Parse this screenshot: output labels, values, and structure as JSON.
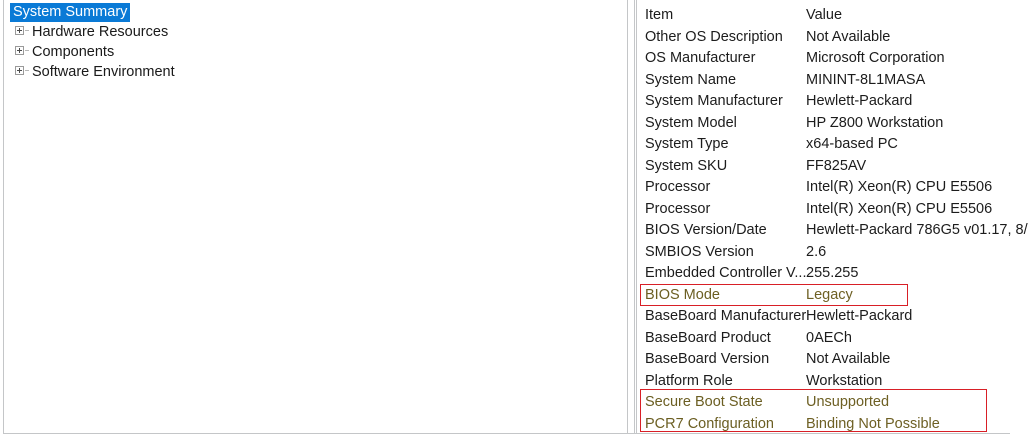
{
  "tree": {
    "selected": "System Summary",
    "items": [
      {
        "label": "System Summary",
        "expandable": false,
        "selected": true
      },
      {
        "label": "Hardware Resources",
        "expandable": true,
        "selected": false
      },
      {
        "label": "Components",
        "expandable": true,
        "selected": false
      },
      {
        "label": "Software Environment",
        "expandable": true,
        "selected": false
      }
    ]
  },
  "detail": {
    "columns": {
      "item": "Item",
      "value": "Value"
    },
    "rows": [
      {
        "item": "Item",
        "value": "Value",
        "header": true
      },
      {
        "item": "Other OS Description",
        "value": "Not Available"
      },
      {
        "item": "OS Manufacturer",
        "value": "Microsoft Corporation"
      },
      {
        "item": "System Name",
        "value": "MININT-8L1MASA"
      },
      {
        "item": "System Manufacturer",
        "value": "Hewlett-Packard"
      },
      {
        "item": "System Model",
        "value": "HP Z800 Workstation"
      },
      {
        "item": "System Type",
        "value": "x64-based PC"
      },
      {
        "item": "System SKU",
        "value": "FF825AV"
      },
      {
        "item": "Processor",
        "value": "Intel(R) Xeon(R) CPU          E5506"
      },
      {
        "item": "Processor",
        "value": "Intel(R) Xeon(R) CPU          E5506"
      },
      {
        "item": "BIOS Version/Date",
        "value": "Hewlett-Packard 786G5 v01.17, 8/"
      },
      {
        "item": "SMBIOS Version",
        "value": "2.6"
      },
      {
        "item": "Embedded Controller V...",
        "value": "255.255"
      },
      {
        "item": "BIOS Mode",
        "value": "Legacy",
        "highlighted": true
      },
      {
        "item": "BaseBoard Manufacturer",
        "value": "Hewlett-Packard"
      },
      {
        "item": "BaseBoard Product",
        "value": "0AECh"
      },
      {
        "item": "BaseBoard Version",
        "value": "Not Available"
      },
      {
        "item": "Platform Role",
        "value": "Workstation"
      },
      {
        "item": "Secure Boot State",
        "value": "Unsupported",
        "highlighted": true
      },
      {
        "item": "PCR7 Configuration",
        "value": "Binding Not Possible",
        "highlighted": true
      }
    ]
  },
  "annotations": [
    {
      "name": "bios-mode-highlight",
      "target": "BIOS Mode",
      "color": "#d81f26"
    },
    {
      "name": "secure-boot-highlight",
      "target": "Secure Boot State / PCR7 Configuration",
      "color": "#d81f26"
    }
  ],
  "colors": {
    "selection": "#0a7ad6",
    "highlight_box": "#d81f26",
    "highlight_text": "#6e6024",
    "border": "#c4c6c8",
    "text": "#1c1c1c"
  }
}
